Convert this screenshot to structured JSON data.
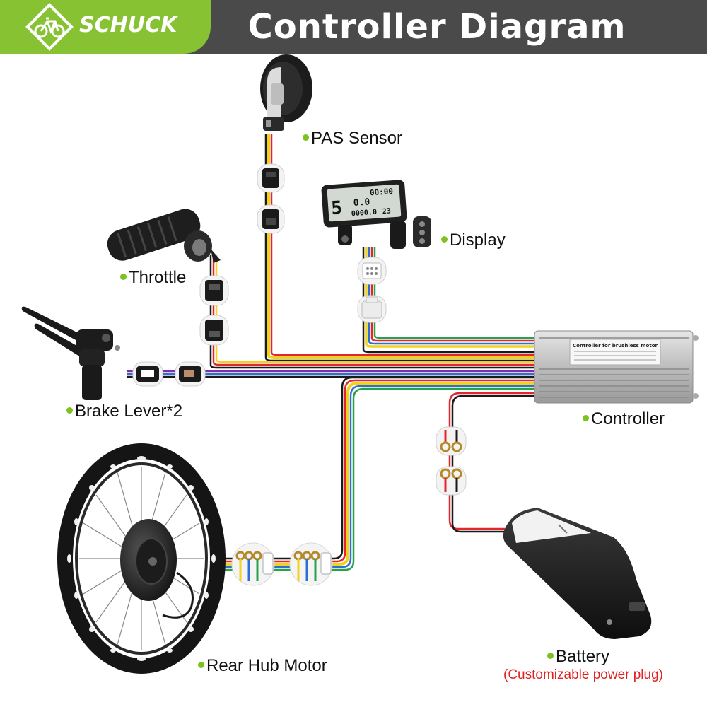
{
  "header": {
    "brand": "SCHUCK",
    "title": "Controller   Diagram",
    "brand_color": "#86c232",
    "bar_color": "#4a4a4a"
  },
  "components": {
    "pas_sensor": "PAS Sensor",
    "display": "Display",
    "throttle": "Throttle",
    "brake_lever": "Brake Lever*2",
    "controller": "Controller",
    "rear_hub_motor": "Rear Hub Motor",
    "battery": "Battery",
    "battery_note": "(Customizable power plug)"
  },
  "display_screen": {
    "digit_left": "5",
    "time": "00:00",
    "speed": "0.0",
    "odometer": "0000.0",
    "temp": "23"
  },
  "controller_plate": {
    "title": "Controller for brushless motor"
  },
  "colors": {
    "label_dot": "#7dc21e",
    "note": "#e02020",
    "wire_yellow": "#f2d21b",
    "wire_red": "#e0282c",
    "wire_blue": "#2e6fd6",
    "wire_green": "#28a24a",
    "wire_black": "#1a1a1a"
  }
}
